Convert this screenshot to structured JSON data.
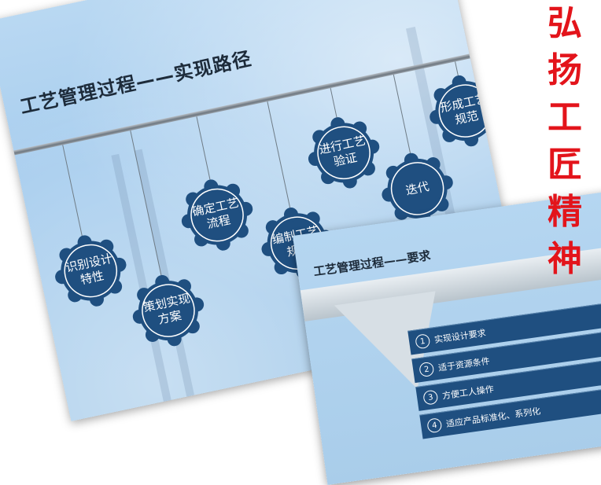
{
  "slide1": {
    "title": "工艺管理过程——实现路径",
    "tags": [
      {
        "label": "识别设计特性"
      },
      {
        "label": "策划实现方案"
      },
      {
        "label": "确定工艺流程"
      },
      {
        "label": "编制工艺规程"
      },
      {
        "label": "进行工艺验证"
      },
      {
        "label": "迭代"
      },
      {
        "label": "形成工艺规范"
      }
    ]
  },
  "slide2": {
    "title": "工艺管理过程——要求",
    "items": [
      {
        "num": "1",
        "label": "实现设计要求"
      },
      {
        "num": "2",
        "label": "适于资源条件"
      },
      {
        "num": "3",
        "label": "方便工人操作"
      },
      {
        "num": "4",
        "label": "适应产品标准化、系列化"
      }
    ]
  },
  "slogan": [
    "弘",
    "扬",
    "工",
    "匠",
    "精",
    "神"
  ],
  "colors": {
    "tag_fill": "#1f4f80",
    "slogan": "#e3141b",
    "req_fill": "#1f4f80"
  }
}
